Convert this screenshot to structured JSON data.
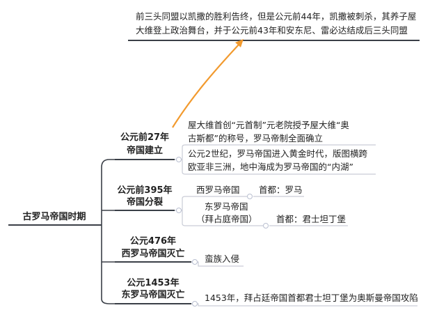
{
  "root": {
    "label": "古罗马帝国时期"
  },
  "top_note": {
    "lines": [
      "前三头同盟以凯撒的胜利告终，但是公元前44年，凯撒被刺杀，其养子屋",
      "大维登上政治舞台，并于公元前43年和安东尼、雷必达结成后三头同盟"
    ]
  },
  "branches": [
    {
      "title": [
        "公元前27年",
        "帝国建立"
      ],
      "items": [
        {
          "lines": [
            "屋大维首创“元首制”元老院授予屋大维“奥",
            "古斯都”的称号，罗马帝制全面确立"
          ]
        },
        {
          "lines": [
            "公元2世纪，罗马帝国进入黄金时代，版图横跨",
            "欧亚非三洲，地中海成为罗马帝国的“内湖”"
          ]
        }
      ]
    },
    {
      "title": [
        "公元前395年",
        "帝国分裂"
      ],
      "items": [
        {
          "name": "西罗马帝国",
          "capital": "首都：罗马"
        },
        {
          "name_lines": [
            "东罗马帝国",
            "（拜占庭帝国）"
          ],
          "capital": "首都：君士坦丁堡"
        }
      ]
    },
    {
      "title": [
        "公元476年",
        "西罗马帝国灭亡"
      ],
      "items": [
        {
          "text": "蛮族入侵"
        }
      ]
    },
    {
      "title": [
        "公元1453年",
        "东罗马帝国灭亡"
      ],
      "items": [
        {
          "text": "1453年，拜占廷帝国首都君士坦丁堡为奥斯曼帝国攻陷"
        }
      ]
    }
  ],
  "colors": {
    "line": "#3a3f47",
    "connector": "#c9ccd6",
    "arrow": "#f29a2e"
  }
}
